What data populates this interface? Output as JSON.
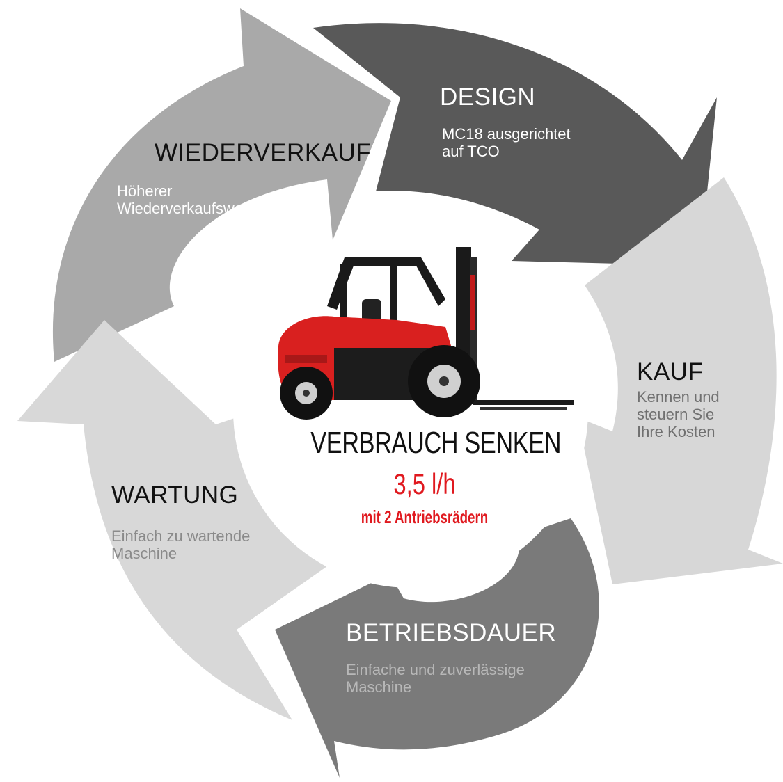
{
  "segments": [
    {
      "key": "design",
      "title": "DESIGN",
      "desc": [
        "MC18 ausgerichtet",
        "auf TCO"
      ],
      "color": "#5a5a5a",
      "text_color": "#ffffff"
    },
    {
      "key": "kauf",
      "title": "KAUF",
      "desc": [
        "Kennen und",
        "steuern Sie",
        "Ihre Kosten"
      ],
      "color": "#d8d8d8",
      "text_color": "#111111",
      "desc_color": "#707070"
    },
    {
      "key": "betriebsdauer",
      "title": "BETRIEBSDAUER",
      "desc": [
        "Einfache und zuverlässige",
        "Maschine"
      ],
      "color": "#7a7a7a",
      "text_color": "#ffffff",
      "desc_color": "#b8b8b8"
    },
    {
      "key": "wartung",
      "title": "WARTUNG",
      "desc": [
        "Einfach zu wartende",
        "Maschine"
      ],
      "color": "#d8d8d8",
      "text_color": "#111111",
      "desc_color": "#8a8a8a"
    },
    {
      "key": "wiederverkauf",
      "title": "WIEDERVERKAUF",
      "desc": [
        "Höherer",
        "Wiederverkaufswert"
      ],
      "color": "#a8a8a8",
      "text_color": "#111111",
      "desc_color": "#ffffff"
    }
  ],
  "center": {
    "title": "VERBRAUCH SENKEN",
    "value": "3,5 l/h",
    "subtitle": "mit 2 Antriebsrädern",
    "accent_color": "#e0191f"
  },
  "illustration": {
    "name": "forklift",
    "color": "#d9201f"
  }
}
